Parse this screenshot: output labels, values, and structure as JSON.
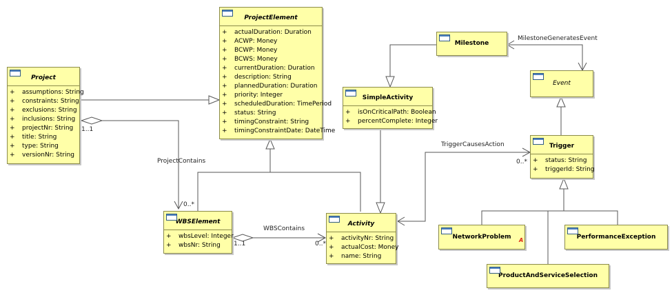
{
  "classes": {
    "project_element": {
      "name": "ProjectElement",
      "attrs": [
        "actualDuration: Duration",
        "ACWP: Money",
        "BCWP: Money",
        "BCWS: Money",
        "currentDuration: Duration",
        "description: String",
        "plannedDuration: Duration",
        "priority: Integer",
        "scheduledDuration: TimePeriod",
        "status: String",
        "timingConstraint: String",
        "timingConstraintDate: DateTime"
      ]
    },
    "project": {
      "name": "Project",
      "attrs": [
        "assumptions: String",
        "constraints: String",
        "exclusions: String",
        "inclusions: String",
        "projectNr: String",
        "title: String",
        "type: String",
        "versionNr: String"
      ]
    },
    "milestone": {
      "name": "Milestone"
    },
    "event": {
      "name": "Event"
    },
    "simple_activity": {
      "name": "SimpleActivity",
      "attrs": [
        "isOnCriticalPath: Boolean",
        "percentComplete: Integer"
      ]
    },
    "trigger": {
      "name": "Trigger",
      "attrs": [
        "status: String",
        "triggerId: String"
      ]
    },
    "wbs_element": {
      "name": "WBSElement",
      "attrs": [
        "wbsLevel: Integer",
        "wbsNr: String"
      ]
    },
    "activity": {
      "name": "Activity",
      "attrs": [
        "activityNr: String",
        "actualCost: Money",
        "name: String"
      ]
    },
    "network_problem": {
      "name": "NetworkProblem"
    },
    "performance_exception": {
      "name": "PerformanceException"
    },
    "product_and_service_selection": {
      "name": "ProductAndServiceSelection"
    }
  },
  "visibility": "+",
  "warning_mark": "A",
  "associations": {
    "project_contains": {
      "name": "ProjectContains",
      "mult_source": "1..1",
      "mult_target": "0..*"
    },
    "wbs_contains": {
      "name": "WBSContains",
      "mult_source": "1..1",
      "mult_target": "0..*"
    },
    "milestone_generates_event": {
      "name": "MilestoneGeneratesEvent"
    },
    "trigger_causes_action": {
      "name": "TriggerCausesAction",
      "mult_target": "0..*"
    }
  }
}
